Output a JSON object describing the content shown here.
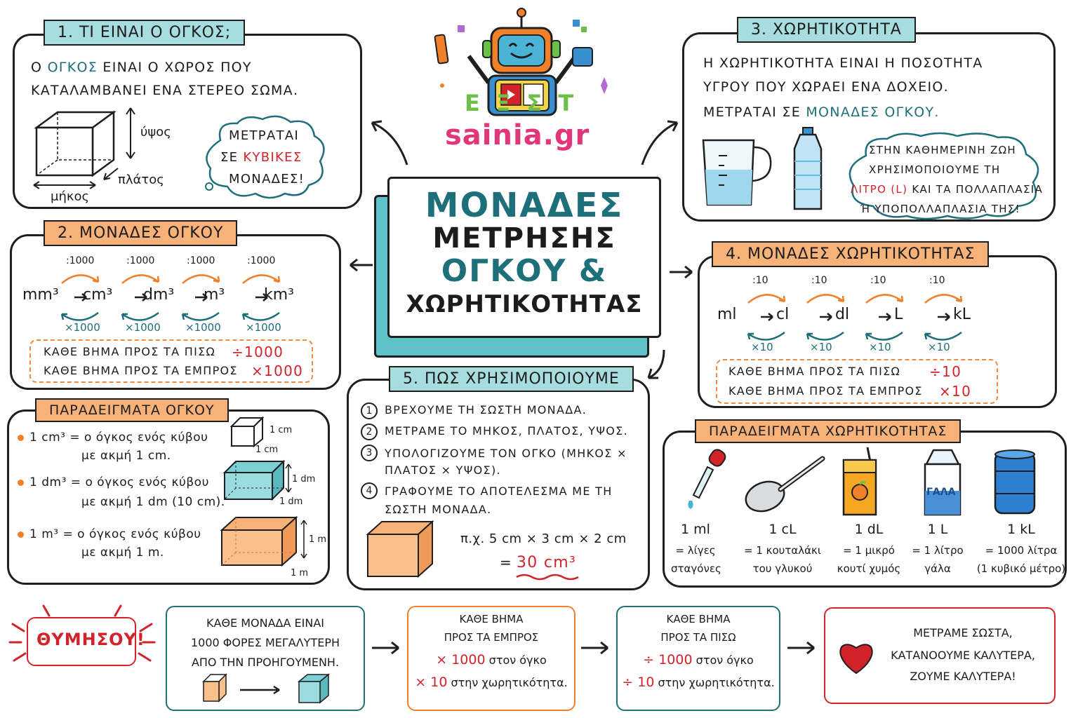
{
  "logo": {
    "letters": "Ε Ξ Σ Τ",
    "site": "sainia.gr"
  },
  "title": {
    "line1": "ΜΟΝΑΔΕΣ",
    "line2": "ΜΕΤΡΗΣΗΣ",
    "line3": "ΟΓΚΟΥ &",
    "line4": "ΧΩΡΗΤΙΚΟΤΗΤΑΣ"
  },
  "s1": {
    "heading": "1. ΤΙ ΕΙΝΑΙ Ο ΟΓΚΟΣ;",
    "l1a": "Ο",
    "l1b": "ΟΓΚΟΣ",
    "l1c": "ΕΙΝΑΙ Ο ΧΩΡΟΣ ΠΟΥ",
    "l2": "ΚΑΤΑΛΑΜΒΑΝΕΙ ΕΝΑ ΣΤΕΡΕΟ ΣΩΜΑ.",
    "height": "ύψος",
    "width": "πλάτος",
    "length": "μήκος",
    "cloud1": "ΜΕΤΡΑΤΑΙ",
    "cloud2a": "ΣΕ",
    "cloud2b": "ΚΥΒΙΚΕΣ",
    "cloud3": "ΜΟΝΑΔΕΣ!"
  },
  "s2": {
    "heading": "2. ΜΟΝΑΔΕΣ ΟΓΚΟΥ",
    "units": [
      "mm³",
      "cm³",
      "dm³",
      "m³",
      "km³"
    ],
    "div": ":1000",
    "mul": "×1000",
    "back": "ΚΑΘΕ ΒΗΜΑ ΠΡΟΣ ΤΑ ΠΙΣΩ",
    "back_v": "÷1000",
    "fwd": "ΚΑΘΕ ΒΗΜΑ ΠΡΟΣ ΤΑ ΕΜΠΡΟΣ",
    "fwd_v": "×1000"
  },
  "ex_vol": {
    "heading": "ΠΑΡΑΔΕΙΓΜΑΤΑ ΟΓΚΟΥ",
    "items": [
      {
        "a": "1 cm³ = ο όγκος ενός κύβου",
        "b": "με ακμή 1 cm.",
        "lab": "1 cm"
      },
      {
        "a": "1 dm³ = ο όγκος ενός κύβου",
        "b": "με ακμή 1 dm (10 cm).",
        "lab": "1 dm"
      },
      {
        "a": "1 m³ = ο όγκος ενός κύβου",
        "b": "με ακμή 1 m.",
        "lab": "1 m"
      }
    ]
  },
  "s3": {
    "heading": "3. ΧΩΡΗΤΙΚΟΤΗΤΑ",
    "l1": "Η ΧΩΡΗΤΙΚΟΤΗΤΑ ΕΙΝΑΙ Η ΠΟΣΟΤΗΤΑ",
    "l2": "ΥΓΡΟΥ ΠΟΥ ΧΩΡΑΕΙ ΕΝΑ ΔΟΧΕΙΟ.",
    "l3a": "ΜΕΤΡΑΤΑΙ ΣΕ",
    "l3b": "ΜΟΝΑΔΕΣ ΟΓΚΟΥ.",
    "c1": "ΣΤΗΝ ΚΑΘΗΜΕΡΙΝΗ ΖΩΗ",
    "c2": "ΧΡΗΣΙΜΟΠΟΙΟΥΜΕ ΤΗ",
    "c3a": "ΛΙΤΡΟ (L)",
    "c3b": "ΚΑΙ ΤΑ ΠΟΛΛΑΠΛΑΣΙΑ",
    "c4": "Ή ΥΠΟΠΟΛΛΑΠΛΑΣΙΑ ΤΗΣ!"
  },
  "s4": {
    "heading": "4. ΜΟΝΑΔΕΣ ΧΩΡΗΤΙΚΟΤΗΤΑΣ",
    "units": [
      "ml",
      "cl",
      "dl",
      "L",
      "kL"
    ],
    "div": ":10",
    "mul": "×10",
    "back": "ΚΑΘΕ ΒΗΜΑ ΠΡΟΣ ΤΑ ΠΙΣΩ",
    "back_v": "÷10",
    "fwd": "ΚΑΘΕ ΒΗΜΑ ΠΡΟΣ ΤΑ ΕΜΠΡΟΣ",
    "fwd_v": "×10"
  },
  "s5": {
    "heading": "5. ΠΩΣ ΧΡΗΣΙΜΟΠΟΙΟΥΜΕ",
    "nums": [
      "1",
      "2",
      "3",
      "4"
    ],
    "step1": "ΒΡΕΧΟΥΜΕ ΤΗ ΣΩΣΤΗ ΜΟΝΑΔΑ.",
    "step2": "ΜΕΤΡΑΜΕ ΤΟ ΜΗΚΟΣ, ΠΛΑΤΟΣ, ΥΨΟΣ.",
    "step3a": "ΥΠΟΛΟΓΙΖΟΥΜΕ ΤΟΝ ΟΓΚΟ (ΜΗΚΟΣ ×",
    "step3b": "ΠΛΑΤΟΣ × ΥΨΟΣ).",
    "step4a": "ΓΡΑΦΟΥΜΕ ΤΟ ΑΠΟΤΕΛΕΣΜΑ ΜΕ ΤΗ",
    "step4b": "ΣΩΣΤΗ ΜΟΝΑΔΑ.",
    "ex": "π.χ. 5 cm × 3 cm × 2 cm",
    "eq": "=",
    "res": "30 cm³"
  },
  "ex_cap": {
    "heading": "ΠΑΡΑΔΕΙΓΜΑΤΑ ΧΩΡΗΤΙΚΟΤΗΤΑΣ",
    "milk": "ΓΑΛΑ",
    "items": [
      {
        "u": "1 ml",
        "a": "= λίγες",
        "b": "σταγόνες"
      },
      {
        "u": "1 cL",
        "a": "= 1 κουταλάκι",
        "b": "του γλυκού"
      },
      {
        "u": "1 dL",
        "a": "= 1 μικρό",
        "b": "κουτί χυμός"
      },
      {
        "u": "1 L",
        "a": "= 1 λίτρο",
        "b": "γάλα"
      },
      {
        "u": "1 kL",
        "a": "= 1000 λίτρα",
        "b": "(1 κυβικό μέτρο)"
      }
    ]
  },
  "remember": {
    "label": "ΘΥΜΗΣΟΥ!",
    "b1": [
      "ΚΑΘΕ ΜΟΝΑΔΑ ΕΙΝΑΙ",
      "1000 ΦΟΡΕΣ ΜΕΓΑΛΥΤΕΡΗ",
      "ΑΠΟ ΤΗΝ ΠΡΟΗΓΟΥΜΕΝΗ."
    ],
    "b2": {
      "t1": "ΚΑΘΕ ΒΗΜΑ",
      "t2": "ΠΡΟΣ ΤΑ ΕΜΠΡΟΣ",
      "v1": "× 1000",
      "r1": "στον όγκο",
      "v2": "× 10",
      "r2": "στην χωρητικότητα."
    },
    "b3": {
      "t1": "ΚΑΘΕ ΒΗΜΑ",
      "t2": "ΠΡΟΣ ΤΑ ΠΙΣΩ",
      "v1": "÷ 1000",
      "r1": "στον όγκο",
      "v2": "÷ 10",
      "r2": "στην χωρητικότητα."
    },
    "b4": [
      "ΜΕΤΡΑΜΕ ΣΩΣΤΑ,",
      "ΚΑΤΑΝΟΟΥΜΕ ΚΑΛΥΤΕΡΑ,",
      "ΖΟΥΜΕ ΚΑΛΥΤΕΡΑ!"
    ]
  },
  "colors": {
    "teal": "#1d6f7a",
    "red": "#d2232a",
    "orange": "#e06a1f",
    "teal_fill": "#a8dde0",
    "orange_fill": "#f7b27a"
  }
}
